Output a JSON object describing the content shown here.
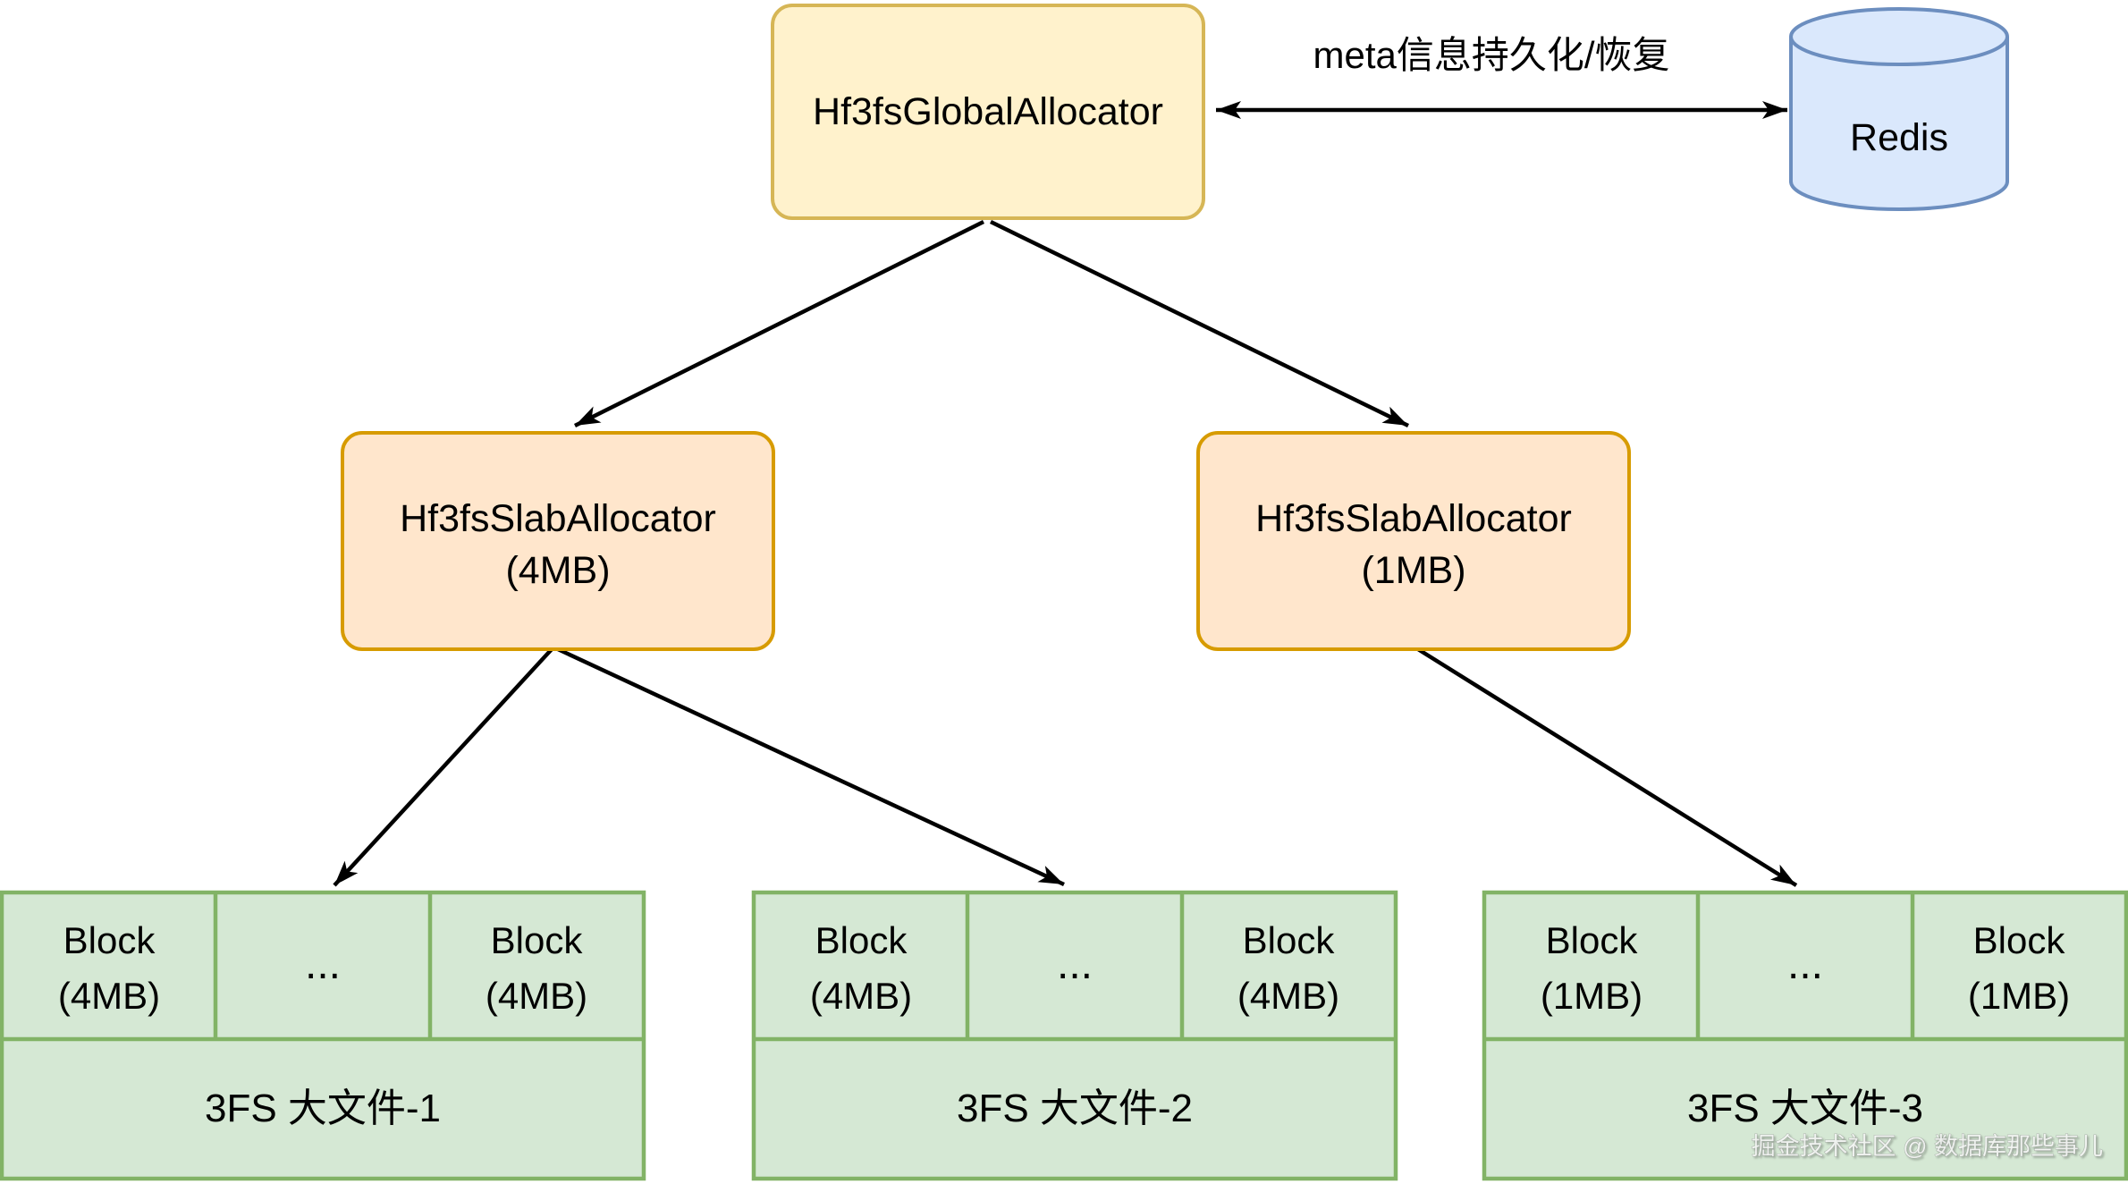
{
  "diagram": {
    "nodes": {
      "global_allocator": {
        "label": "Hf3fsGlobalAllocator"
      },
      "redis": {
        "label": "Redis"
      },
      "slab_4mb": {
        "line1": "Hf3fsSlabAllocator",
        "line2": "(4MB)"
      },
      "slab_1mb": {
        "line1": "Hf3fsSlabAllocator",
        "line2": "(1MB)"
      }
    },
    "edges": {
      "meta": {
        "label": "meta信息持久化/恢复"
      }
    },
    "files": [
      {
        "block_label": "Block",
        "block_size": "(4MB)",
        "ellipsis": "...",
        "file_label": "3FS 大文件-1"
      },
      {
        "block_label": "Block",
        "block_size": "(4MB)",
        "ellipsis": "...",
        "file_label": "3FS 大文件-2"
      },
      {
        "block_label": "Block",
        "block_size": "(1MB)",
        "ellipsis": "...",
        "file_label": "3FS 大文件-3"
      }
    ],
    "watermark": "掘金技术社区 @ 数据库那些事儿",
    "colors": {
      "background": "#ffffff",
      "global_fill": "#FFF2CC",
      "global_stroke": "#D6B656",
      "slab_fill": "#FFE6CC",
      "slab_stroke": "#D79B00",
      "redis_fill": "#DAE8FC",
      "redis_stroke": "#6C8EBF",
      "file_fill": "#D5E8D4",
      "file_stroke": "#82B366",
      "arrow": "#000000"
    }
  }
}
